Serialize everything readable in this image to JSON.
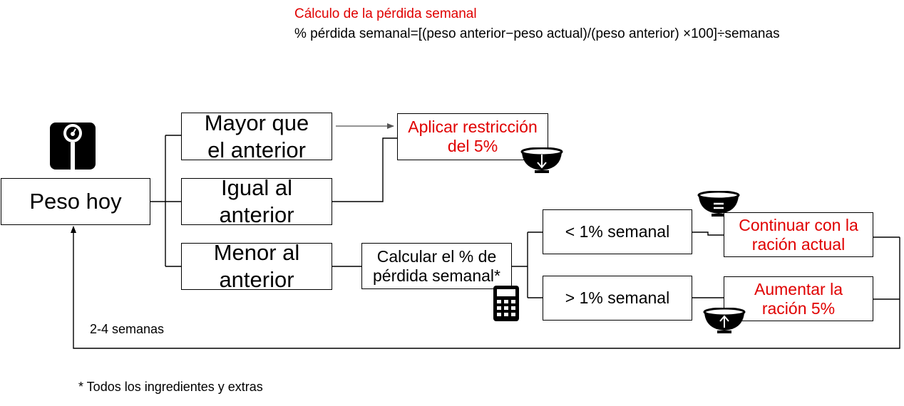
{
  "formula": {
    "title": "Cálculo de la pérdida semanal",
    "text": "% pérdida semanal=[(peso anterior−peso actual)/(peso anterior) ×100]÷semanas"
  },
  "nodes": {
    "peso_hoy": "Peso hoy",
    "mayor_line1": "Mayor que",
    "mayor_line2": "el anterior",
    "igual_line1": "Igual al",
    "igual_line2": "anterior",
    "menor_line1": "Menor al",
    "menor_line2": "anterior",
    "restriccion_line1": "Aplicar restricción",
    "restriccion_line2": "del 5%",
    "calcular_line1": "Calcular el % de",
    "calcular_line2": "pérdida semanal*",
    "menos_1": "< 1% semanal",
    "mas_1": "> 1% semanal",
    "continuar_line1": "Continuar con la",
    "continuar_line2": "ración actual",
    "aumentar_line1": "Aumentar la",
    "aumentar_line2": "ración 5%"
  },
  "loop_label": "2-4 semanas",
  "footnote": "* Todos los ingredientes y extras",
  "colors": {
    "highlight": "#e00000",
    "line": "#000000"
  },
  "icons": [
    "scale-icon",
    "bowl-down-icon",
    "bowl-equal-icon",
    "bowl-up-icon",
    "calculator-icon"
  ]
}
